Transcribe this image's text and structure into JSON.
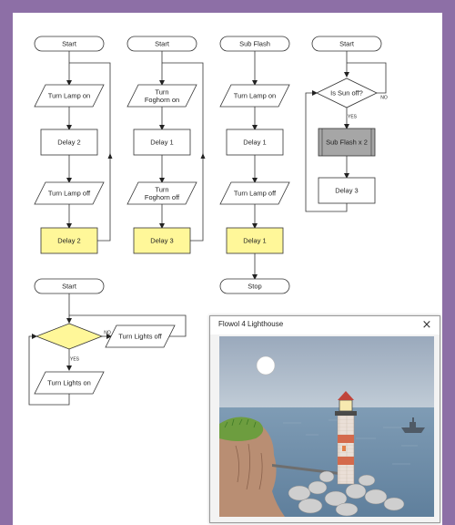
{
  "flowcharts": [
    {
      "id": "c1",
      "terminal": "Start",
      "steps": [
        "Turn Lamp on",
        "Delay 2",
        "Turn Lamp off",
        "Delay 2"
      ]
    },
    {
      "id": "c2",
      "terminal": "Start",
      "steps": [
        "Turn\nFoghorn on",
        "Delay 1",
        "Turn\nFoghorn off",
        "Delay 3"
      ]
    },
    {
      "id": "c3",
      "terminal": "Sub Flash",
      "steps": [
        "Turn Lamp on",
        "Delay 1",
        "Turn Lamp off",
        "Delay 1"
      ],
      "end": "Stop"
    },
    {
      "id": "c4",
      "terminal": "Start",
      "decision": "Is Sun off?",
      "no_label": "NO",
      "yes_label": "YES",
      "subroutine": "Sub Flash x 2",
      "delay": "Delay 3"
    },
    {
      "id": "c5",
      "terminal": "Start",
      "no_label": "NO",
      "yes_label": "YES",
      "no_branch": "Turn Lights off",
      "yes_branch": "Turn Lights on"
    }
  ],
  "colors": {
    "yellow": "#fff799",
    "grey": "#a6a6a6",
    "background": "#8d6fa6"
  },
  "window": {
    "title": "Flowol 4 Lighthouse",
    "close_icon": "×"
  }
}
